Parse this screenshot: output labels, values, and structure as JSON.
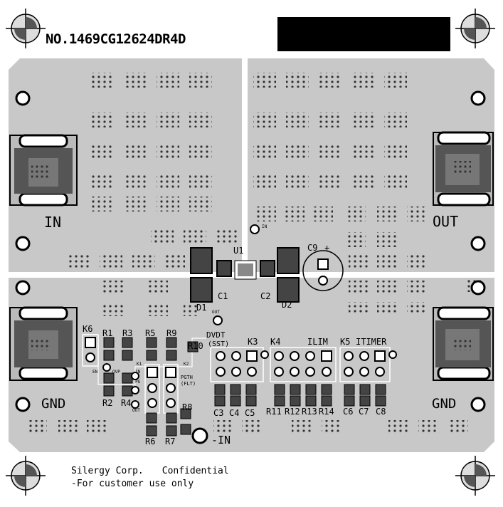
{
  "board": {
    "part_number": "NO.1469CG12624DR4D",
    "footer_line1_company": "Silergy Corp.",
    "footer_line1_note": "Confidential",
    "footer_line2": "-For customer use only"
  },
  "terminals": {
    "in": "IN",
    "out": "OUT",
    "gnd_left": "GND",
    "gnd_right": "GND",
    "neg_in": "-IN"
  },
  "components": {
    "u1": "U1",
    "c1": "C1",
    "c2": "C2",
    "d1": "D1",
    "d2": "D2",
    "c9": "C9",
    "c9_plus": "+",
    "k3": "K3",
    "k4": "K4",
    "k5": "K5",
    "k6": "K6",
    "r1": "R1",
    "r2": "R2",
    "r3": "R3",
    "r4": "R4",
    "r5": "R5",
    "r6": "R6",
    "r7": "R7",
    "r8": "R8",
    "r9": "R9",
    "r10": "R10",
    "r11": "R11",
    "r12": "R12",
    "r13": "R13",
    "r14": "R14",
    "c3": "C3",
    "c4": "C4",
    "c5": "C5",
    "c6": "C6",
    "c7": "C7",
    "c8": "C8"
  },
  "net_labels": {
    "dvdt": "DVDT",
    "sst": "(SST)",
    "ilim": "ILIM",
    "itimer": "ITIMER",
    "in_small": "IN",
    "out_small": "OUT",
    "en": "EN",
    "ovp": "OVP",
    "in_left": "IN",
    "pg": "PG",
    "out_left": "OUT",
    "pgth": "PGTH",
    "flt": "(FLT)",
    "k1": "K1",
    "k2": "K2"
  },
  "colors": {
    "copper": "#c8c8c8",
    "background": "#ffffff",
    "pad": "#3a3a3a",
    "silk": "#ffffff",
    "redaction": "#000000"
  }
}
